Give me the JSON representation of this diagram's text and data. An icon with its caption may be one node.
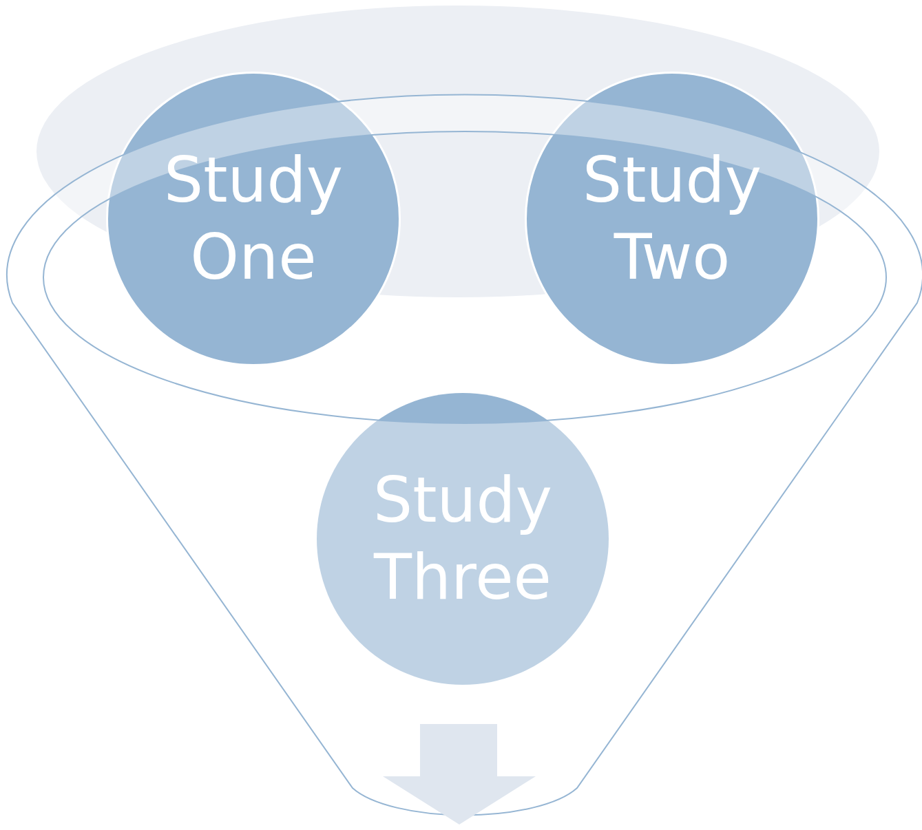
{
  "diagram": {
    "nodes": [
      {
        "text": [
          "Study One"
        ]
      },
      {
        "text": [
          "Study Two"
        ]
      },
      {
        "text": [
          "Study Three"
        ]
      }
    ]
  }
}
